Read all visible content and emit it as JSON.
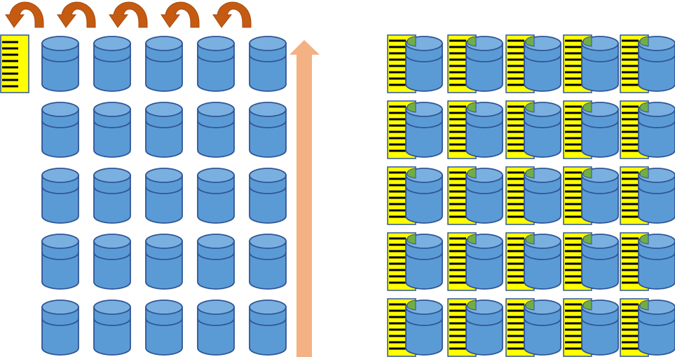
{
  "diagram": {
    "colors": {
      "cylinder_body": "#5B9BD5",
      "cylinder_top": "#7AB0E0",
      "cylinder_stroke": "#2F5597",
      "document_fill": "#FFFF00",
      "document_lines": "#000000",
      "document_stroke": "#2F5597",
      "fold_fill": "#70AD47",
      "curved_arrow": "#C55A11",
      "up_arrow": "#F4B183",
      "background": "#FFFFFF"
    },
    "left_panel": {
      "grid_rows": 5,
      "grid_cols": 5,
      "single_document_icon": "document-icon",
      "curved_arrow_count": 5,
      "curved_arrow_icon": "curved-arrow-icon",
      "vertical_arrow_icon": "up-arrow-icon"
    },
    "right_panel": {
      "grid_rows": 5,
      "grid_cols": 5,
      "unit_icon": "database-with-document-icon"
    }
  }
}
